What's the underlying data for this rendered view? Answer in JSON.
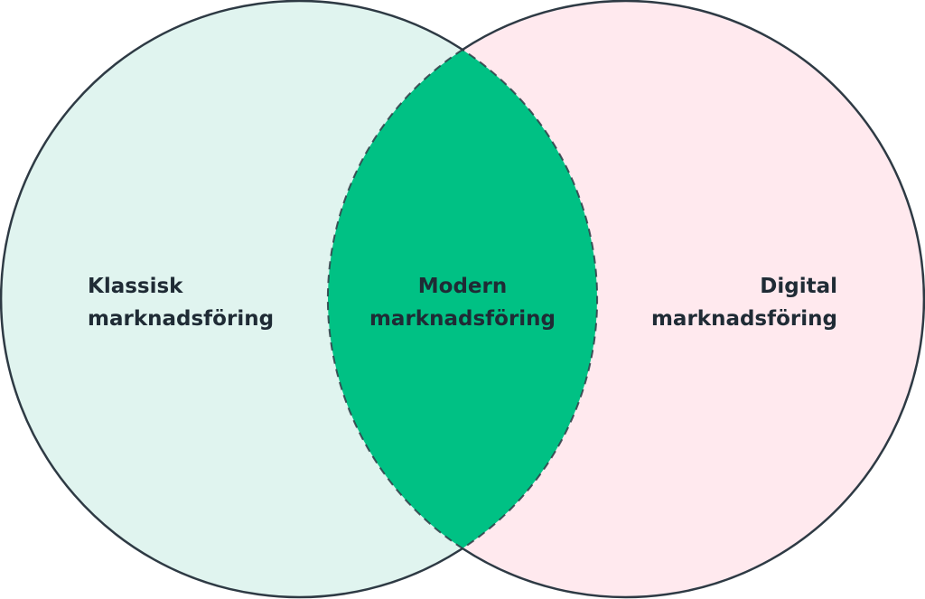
{
  "diagram": {
    "type": "venn",
    "sets": [
      {
        "id": "classic",
        "line1": "Klassisk",
        "line2": "marknadsföring",
        "color": "#e0f4ef"
      },
      {
        "id": "digital",
        "line1": "Digital",
        "line2": "marknadsföring",
        "color": "#ffe9ee"
      }
    ],
    "intersection": {
      "line1": "Modern",
      "line2": "marknadsföring",
      "color": "#00c184"
    },
    "stroke_color": "#2e3a44"
  }
}
